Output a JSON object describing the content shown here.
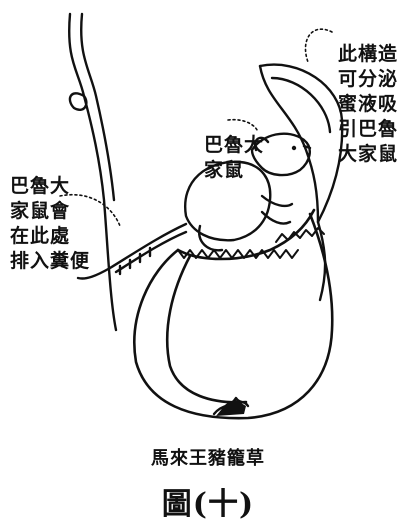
{
  "labels": {
    "right": [
      "此構造",
      "可分泌",
      "蜜液吸",
      "引巴魯",
      "大家鼠"
    ],
    "top": [
      "巴魯大",
      "家鼠"
    ],
    "left": [
      "巴魯大",
      "家鼠會",
      "在此處",
      "排入糞便"
    ]
  },
  "caption": "馬來王豬籠草",
  "figure_number": "圖(十)",
  "colors": {
    "ink": "#111111",
    "background": "#ffffff"
  }
}
